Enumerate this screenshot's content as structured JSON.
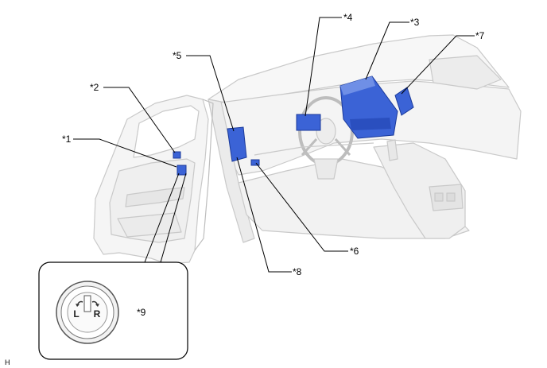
{
  "figure_code": "H",
  "callouts": {
    "c1": "*1",
    "c2": "*2",
    "c3": "*3",
    "c4": "*4",
    "c5": "*5",
    "c6": "*6",
    "c7": "*7",
    "c8": "*8",
    "c9": "*9"
  },
  "inset": {
    "left_label": "L",
    "right_label": "R"
  },
  "colors": {
    "component_blue": "#3b63d6",
    "line": "#000000",
    "car_fill": "#f4f4f4",
    "car_stroke": "#c9c9c9"
  }
}
